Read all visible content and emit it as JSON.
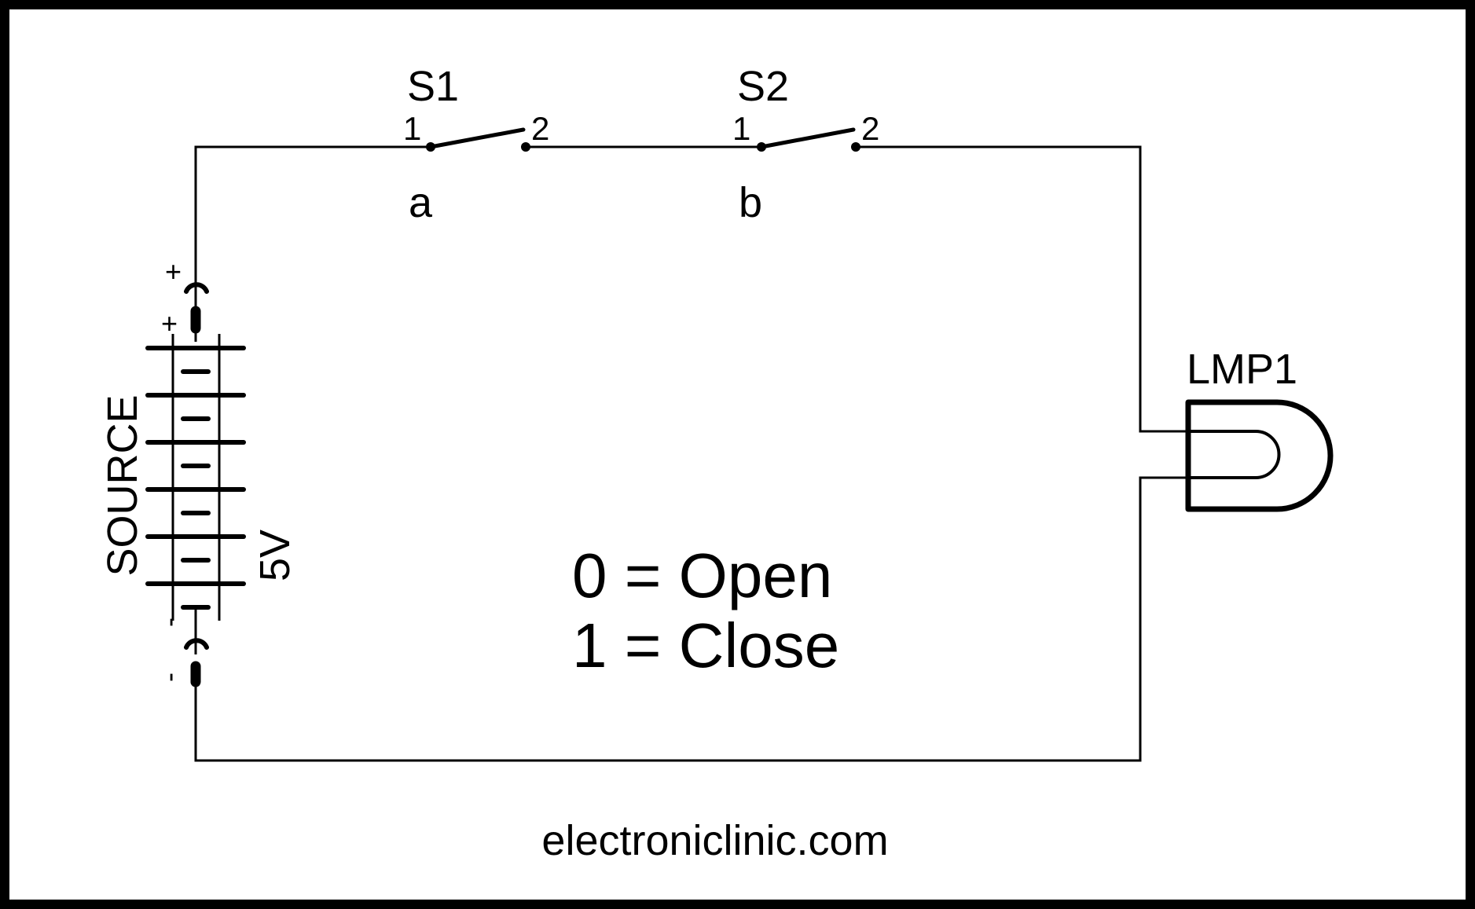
{
  "diagram": {
    "footer": "electroniclinic.com",
    "legend": {
      "line1": "0 = Open",
      "line2": "1 = Close"
    },
    "battery": {
      "name": "SOURCE",
      "value": "5V",
      "plus_outer": "+",
      "plus_inner": "+",
      "minus_inner": "-",
      "minus_outer": "-"
    },
    "switches": [
      {
        "ref": "S1",
        "pin1": "1",
        "pin2": "2",
        "node": "a"
      },
      {
        "ref": "S2",
        "pin1": "1",
        "pin2": "2",
        "node": "b"
      }
    ],
    "lamp": {
      "ref": "LMP1"
    }
  }
}
